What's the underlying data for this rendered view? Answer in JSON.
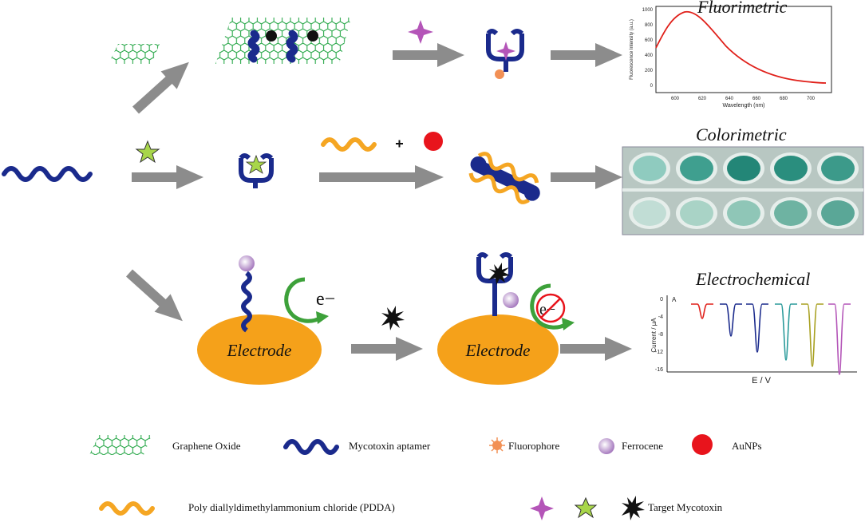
{
  "sections": {
    "fluorimetric": "Fluorimetric",
    "colorimetric": "Colorimetric",
    "electrochemical": "Electrochemical"
  },
  "electrode_label": "Electrode",
  "electron_label": "e−",
  "fluor_chart": {
    "ylabel": "Fluorescence Intensity (a.u.)",
    "xlabel": "Wavelength (nm)",
    "yticks": [
      "1000",
      "800",
      "600",
      "400",
      "200",
      "0"
    ],
    "xticks": [
      "600",
      "620",
      "640",
      "660",
      "680",
      "700"
    ]
  },
  "echem_chart": {
    "ylabel": "Current / μA",
    "xlabel": "E / V",
    "yticks": [
      "0",
      "-4",
      "-8",
      "-12",
      "-16"
    ],
    "corner": "A"
  },
  "colors": {
    "aptamer": "#1a2a8c",
    "graphene": "#2aa84a",
    "electrode": "#f5a11a",
    "pdda": "#f5a623",
    "aunp": "#e8141c",
    "arrow": "#8c8c8c",
    "fluor_curve": "#e0201a",
    "ferrocene": "#c9a6d8",
    "star_pink": "#b455b8",
    "star_green": "#a8d64a"
  },
  "legend": {
    "graphene": "Graphene Oxide",
    "aptamer": "Mycotoxin aptamer",
    "fluorophore": "Fluorophore",
    "ferrocene": "Ferrocene",
    "aunps": "AuNPs",
    "pdda": "Poly diallyldimethylammonium chloride (PDDA)",
    "target": "Target Mycotoxin"
  }
}
